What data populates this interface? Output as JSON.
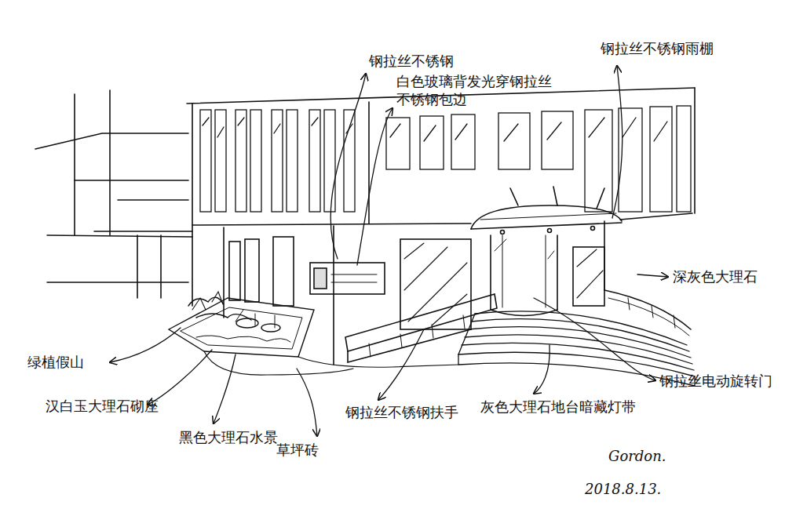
{
  "diagram": {
    "labels": [
      "钢拉丝不锈钢",
      "白色玻璃背发光穿钢拉丝 不锈钢包边",
      "钢拉丝不锈钢雨棚",
      "深灰色大理石",
      "绿植假山",
      "汉白玉大理石砌座",
      "黑色大理石水景",
      "草坪砖",
      "钢拉丝不锈钢扶手",
      "灰色大理石地台暗藏灯带",
      "钢拉丝电动旋转门",
      "Gordon.",
      "2018.8.13."
    ]
  }
}
